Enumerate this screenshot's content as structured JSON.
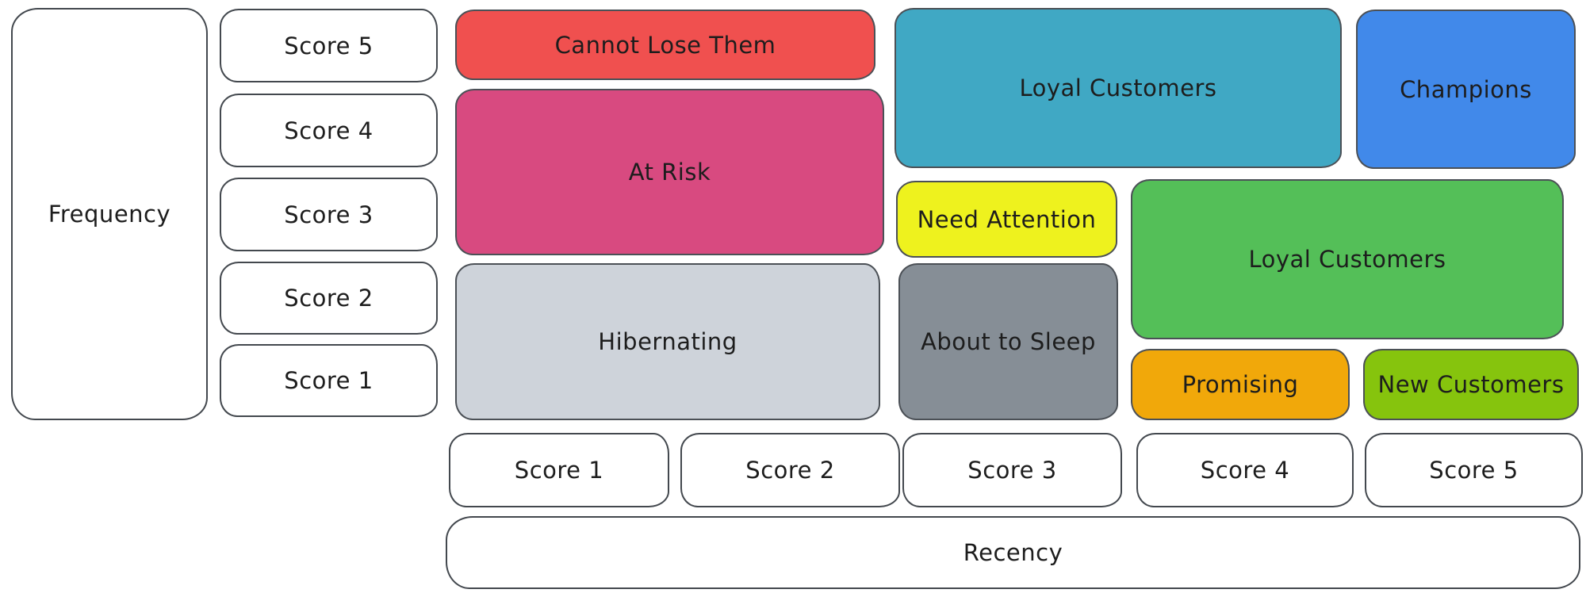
{
  "canvas": {
    "background": "#ffffff",
    "stroke": "#43484e",
    "text_color": "#1d1d1d"
  },
  "y_axis": {
    "label": "Frequency",
    "scores": [
      "Score 5",
      "Score 4",
      "Score 3",
      "Score 2",
      "Score 1"
    ]
  },
  "x_axis": {
    "label": "Recency",
    "scores": [
      "Score 1",
      "Score 2",
      "Score 3",
      "Score 4",
      "Score 5"
    ]
  },
  "segments": {
    "cannot_lose_them": {
      "label": "Cannot Lose Them",
      "fill": "#f0504f"
    },
    "at_risk": {
      "label": "At Risk",
      "fill": "#d84a80"
    },
    "hibernating": {
      "label": "Hibernating",
      "fill": "#ced3da"
    },
    "loyal_customers_top": {
      "label": "Loyal Customers",
      "fill": "#40a8c4"
    },
    "champions": {
      "label": "Champions",
      "fill": "#4189ea"
    },
    "need_attention": {
      "label": "Need Attention",
      "fill": "#eef21e"
    },
    "about_to_sleep": {
      "label": "About to Sleep",
      "fill": "#868e96"
    },
    "loyal_customers_mid": {
      "label": "Loyal Customers",
      "fill": "#54bf58"
    },
    "promising": {
      "label": "Promising",
      "fill": "#f1a80a"
    },
    "new_customers": {
      "label": "New Customers",
      "fill": "#86c40d"
    }
  }
}
